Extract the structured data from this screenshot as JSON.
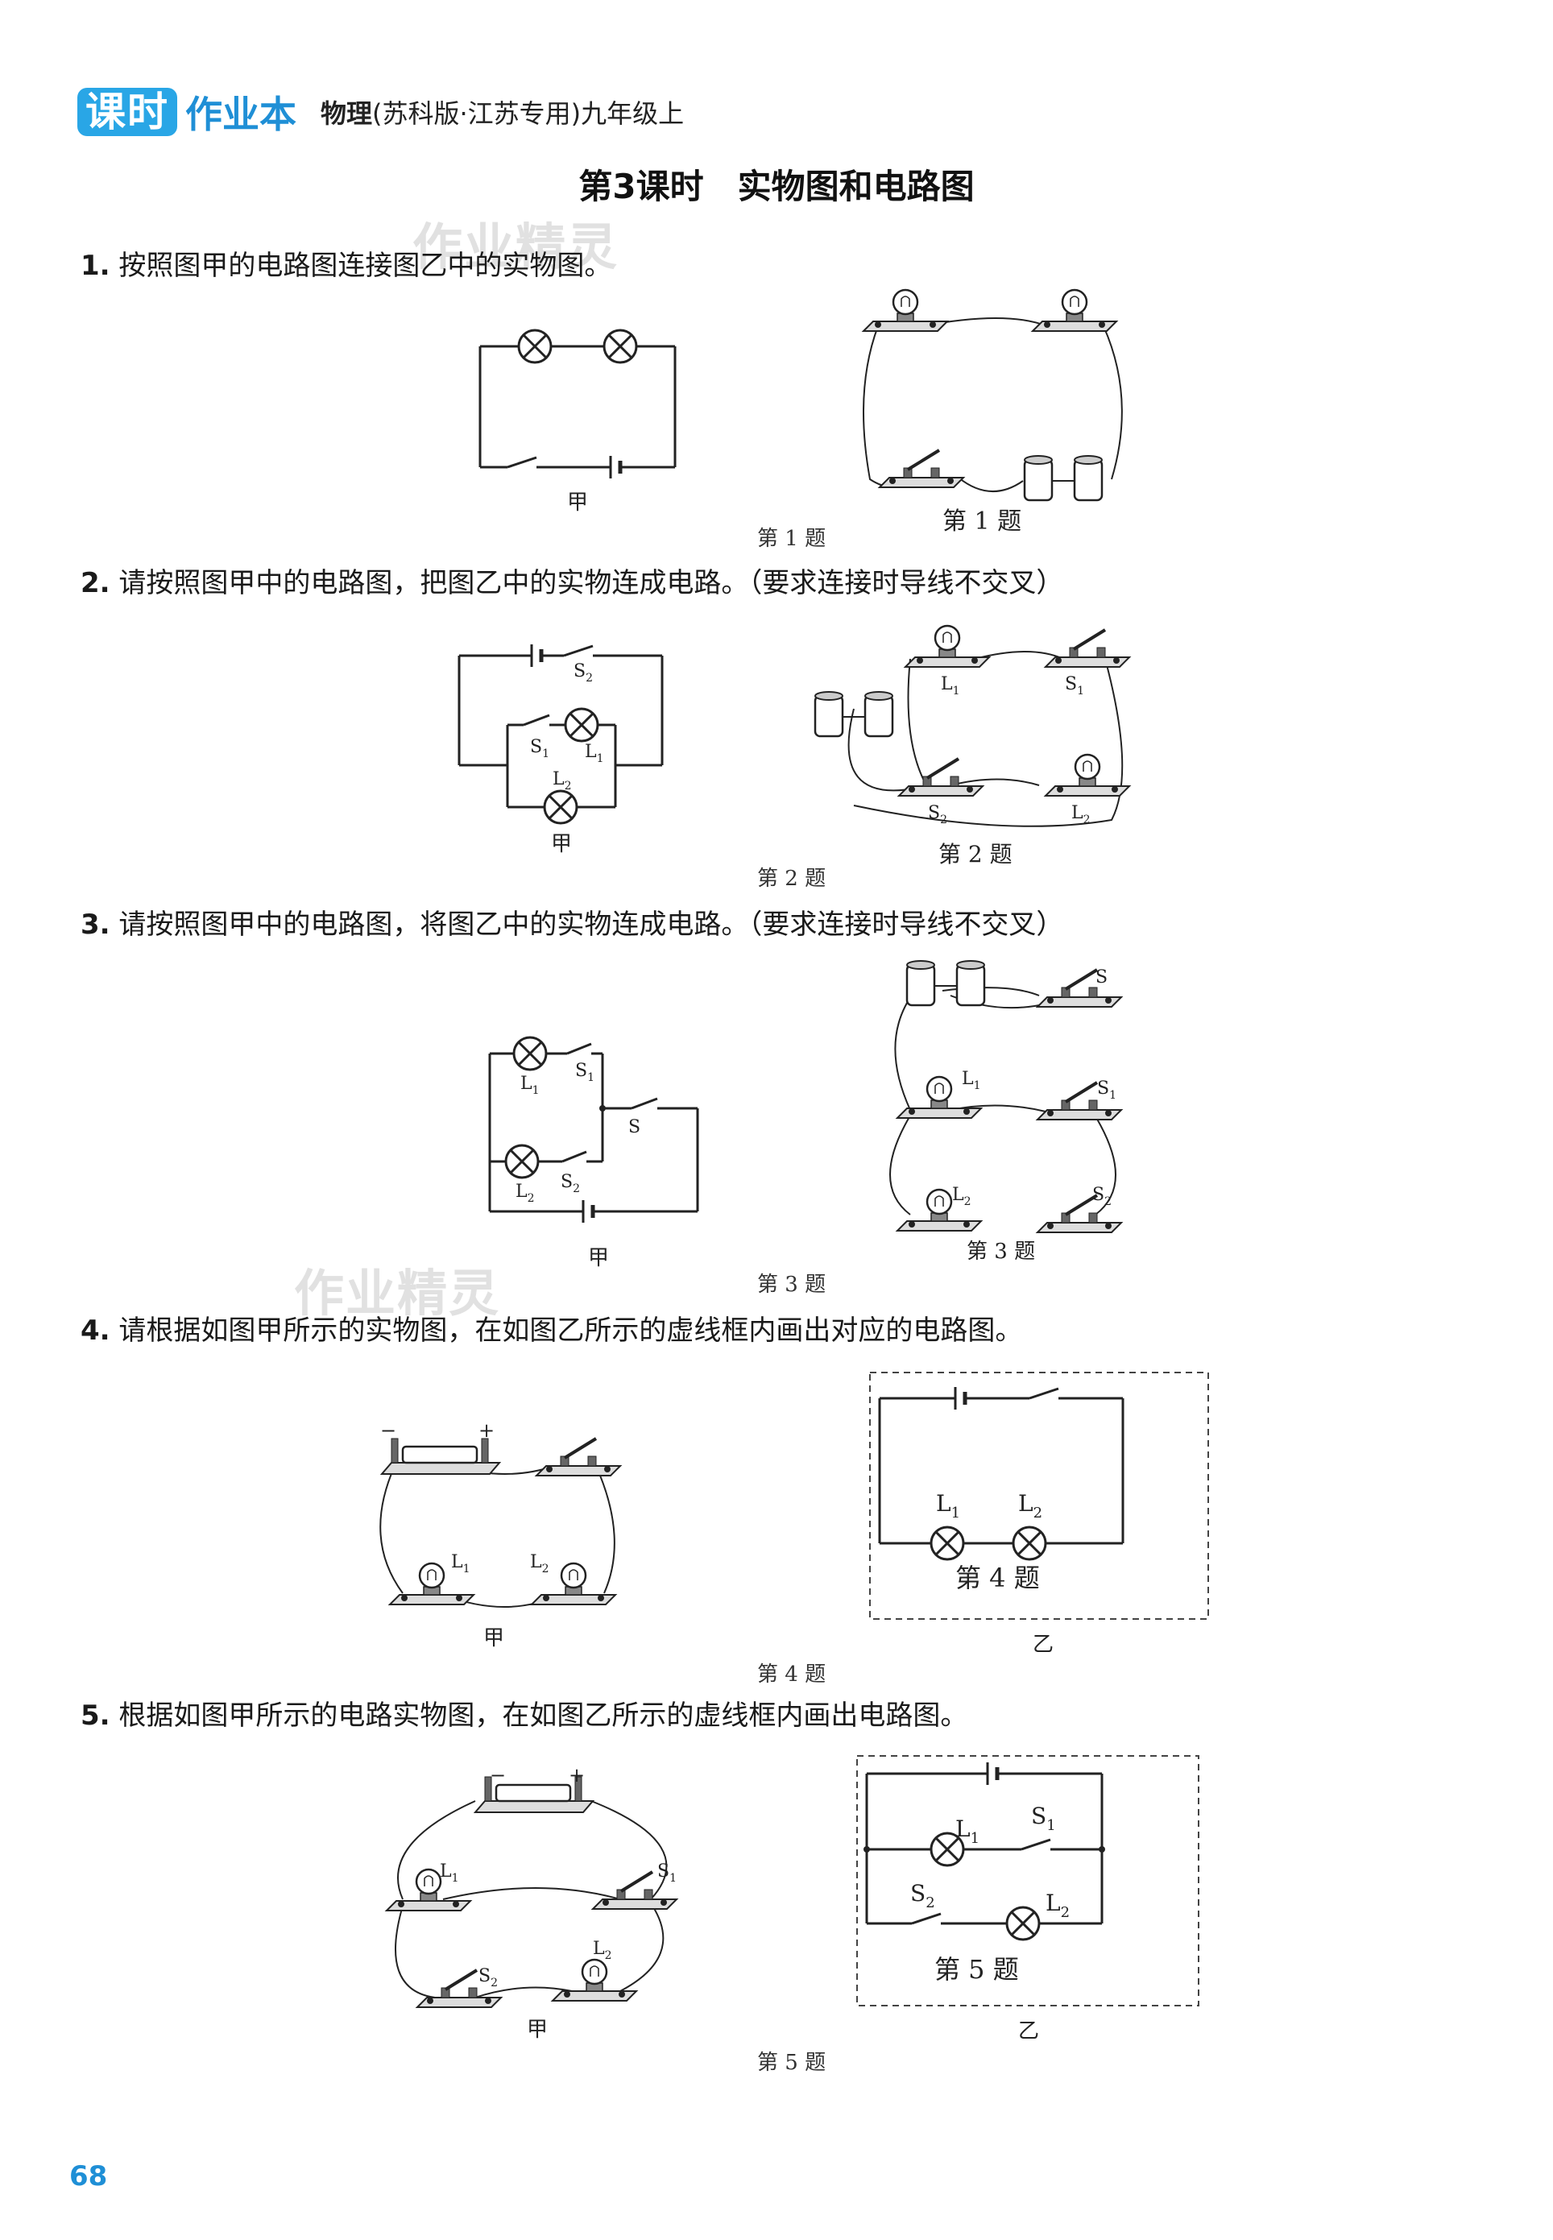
{
  "header": {
    "logo": "课时",
    "brand": "作业本",
    "subject": "物理",
    "edition": "(苏科版·江苏专用)九年级上"
  },
  "title": "第3课时　实物图和电路图",
  "watermark": "作业精灵",
  "questions": [
    {
      "num": "1.",
      "text": "按照图甲的电路图连接图乙中的实物图。",
      "caption": "第 1 题",
      "inner_caption": "第 1 题",
      "label_jia": "甲"
    },
    {
      "num": "2.",
      "text": "请按照图甲中的电路图，把图乙中的实物连成电路。（要求连接时导线不交叉）",
      "caption": "第 2 题",
      "inner_caption": "第 2 题",
      "label_jia": "甲"
    },
    {
      "num": "3.",
      "text": "请按照图甲中的电路图，将图乙中的实物连成电路。（要求连接时导线不交叉）",
      "caption": "第 3 题",
      "inner_caption": "第 3 题",
      "label_jia": "甲"
    },
    {
      "num": "4.",
      "text": "请根据如图甲所示的实物图，在如图乙所示的虚线框内画出对应的电路图。",
      "caption": "第 4 题",
      "inner_caption": "第 4 题",
      "label_jia": "甲",
      "label_yi": "乙"
    },
    {
      "num": "5.",
      "text": "根据如图甲所示的电路实物图，在如图乙所示的虚线框内画出电路图。",
      "caption": "第 5 题",
      "inner_caption": "第 5 题",
      "label_jia": "甲",
      "label_yi": "乙"
    }
  ],
  "labels": {
    "L1": "L",
    "L2": "L",
    "S": "S",
    "S1": "S",
    "S2": "S",
    "sub1": "1",
    "sub2": "2",
    "minus": "−",
    "plus": "+"
  },
  "page_number": "68"
}
